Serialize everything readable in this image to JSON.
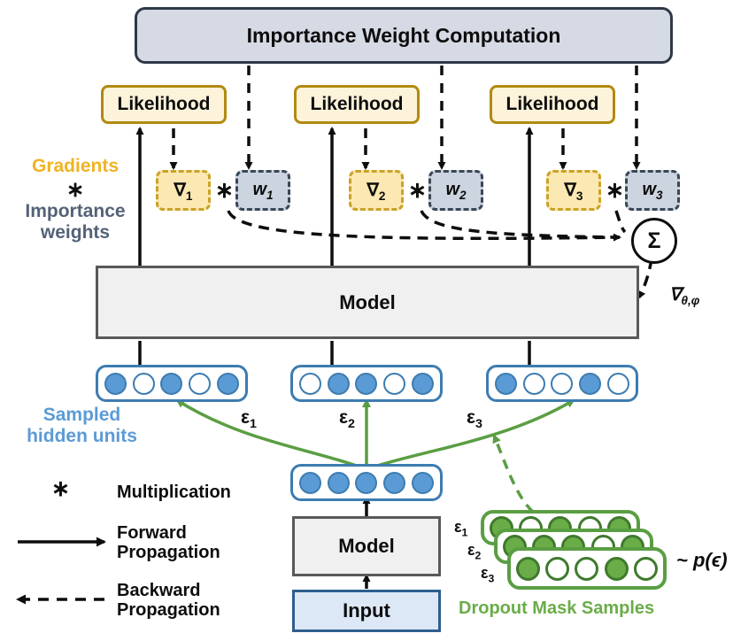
{
  "diagram": {
    "title": "Importance Weight Computation",
    "header": {
      "label": "Importance Weight Computation"
    },
    "likelihood_boxes": [
      {
        "label": "Likelihood"
      },
      {
        "label": "Likelihood"
      },
      {
        "label": "Likelihood"
      }
    ],
    "gradient_boxes": [
      {
        "label": "∇1"
      },
      {
        "label": "∇2"
      },
      {
        "label": "∇3"
      }
    ],
    "weight_boxes": [
      {
        "label": "w1"
      },
      {
        "label": "w2"
      },
      {
        "label": "w3"
      }
    ],
    "multiply_symbols": [
      "∗",
      "∗",
      "∗"
    ],
    "left_annotation": {
      "line1": "Gradients",
      "operator": "∗",
      "line2": "Importance",
      "line3": "weights"
    },
    "sum_node": {
      "symbol": "Σ"
    },
    "gradient_out_label": "∇θ,φ",
    "model_box": {
      "label": "Model"
    },
    "model_box_bottom": {
      "label": "Model"
    },
    "input_box": {
      "label": "Input"
    },
    "sampled_units_label": {
      "line1": "Sampled",
      "line2": "hidden units"
    },
    "hidden_rows": [
      {
        "units": [
          1,
          0,
          1,
          0,
          1
        ]
      },
      {
        "units": [
          0,
          1,
          1,
          0,
          1
        ]
      },
      {
        "units": [
          1,
          0,
          0,
          1,
          0
        ]
      }
    ],
    "bottom_hidden_row": {
      "units": [
        1,
        1,
        1,
        1,
        1
      ]
    },
    "epsilon_labels": [
      "ϵ1",
      "ϵ2",
      "ϵ3"
    ],
    "dropout": {
      "caption": "Dropout Mask Samples",
      "distribution": "~ p(ϵ)",
      "mask_labels": [
        "ϵ1",
        "ϵ2",
        "ϵ3"
      ],
      "masks": [
        {
          "units": [
            1,
            0,
            1,
            0,
            1
          ]
        },
        {
          "units": [
            1,
            1,
            1,
            0,
            1
          ]
        },
        {
          "units": [
            1,
            0,
            0,
            1,
            0
          ]
        }
      ]
    },
    "legend": {
      "multiplication": {
        "symbol": "∗",
        "label": "Multiplication"
      },
      "forward": {
        "line1": "Forward",
        "line2": "Propagation"
      },
      "backward": {
        "line1": "Backward",
        "line2": "Propagation"
      }
    },
    "colors": {
      "header_fill": "#d6dae4",
      "header_border": "#2e3947",
      "likelihood_fill": "#fdf3da",
      "likelihood_border": "#b28a11",
      "gradient_fill": "#fce8b2",
      "gradient_border": "#c9a227",
      "weight_fill": "#ccd4e0",
      "weight_border": "#3a4756",
      "model_fill": "#f0f0f0",
      "model_border": "#595959",
      "input_fill": "#dce8f5",
      "input_border": "#2e5e8e",
      "unit_on": "#5b9bd5",
      "unit_border": "#3d7cb0",
      "green": "#6aad48",
      "green_dark": "#3f7a2d",
      "gradients_text": "#f0b323",
      "importance_text": "#546277",
      "sampled_text": "#5b9bd5"
    }
  }
}
